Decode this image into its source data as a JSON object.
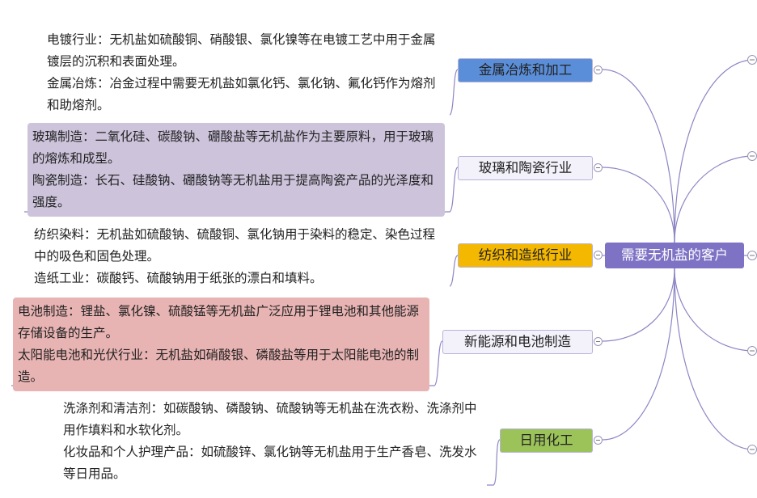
{
  "central_topic": "需要无机盐的客户",
  "branches": [
    {
      "label": "金属冶炼和加工",
      "color": "#5b8ed8",
      "notes": [
        "电镀行业：无机盐如硫酸铜、硝酸银、氯化镍等在电镀工艺中用于金属镀层的沉积和表面处理。",
        "金属冶炼：冶金过程中需要无机盐如氯化钙、氯化钠、氟化钙作为熔剂和助熔剂。"
      ],
      "note_bg": "#ffffff"
    },
    {
      "label": "玻璃和陶瓷行业",
      "color": "#f3f1fa",
      "notes": [
        "玻璃制造：二氧化硅、碳酸钠、硼酸盐等无机盐作为主要原料，用于玻璃的熔炼和成型。",
        "陶瓷制造：长石、硅酸钠、硼酸钠等无机盐用于提高陶瓷产品的光泽度和强度。"
      ],
      "note_bg": "#cdc4dc"
    },
    {
      "label": "纺织和造纸行业",
      "color": "#f5b800",
      "notes": [
        "纺织染料：无机盐如硫酸钠、硫酸铜、氯化钠用于染料的稳定、染色过程中的吸色和固色处理。",
        "造纸工业：碳酸钙、硫酸钠用于纸张的漂白和填料。"
      ],
      "note_bg": "#ffffff"
    },
    {
      "label": "新能源和电池制造",
      "color": "#f3f1fa",
      "notes": [
        "电池制造：锂盐、氯化镍、硫酸锰等无机盐广泛应用于锂电池和其他能源存储设备的生产。",
        "太阳能电池和光伏行业：无机盐如硝酸银、磷酸盐等用于太阳能电池的制造。"
      ],
      "note_bg": "#e8b3b3"
    },
    {
      "label": "日用化工",
      "color": "#9cc25a",
      "notes": [
        "洗涤剂和清洁剂：如碳酸钠、磷酸钠、硫酸钠等无机盐在洗衣粉、洗涤剂中用作填料和水软化剂。",
        "化妆品和个人护理产品：如硫酸锌、氯化钠等无机盐用于生产香皂、洗发水等日用品。"
      ],
      "note_bg": "#ffffff"
    }
  ],
  "line_color": "#8c86c4"
}
